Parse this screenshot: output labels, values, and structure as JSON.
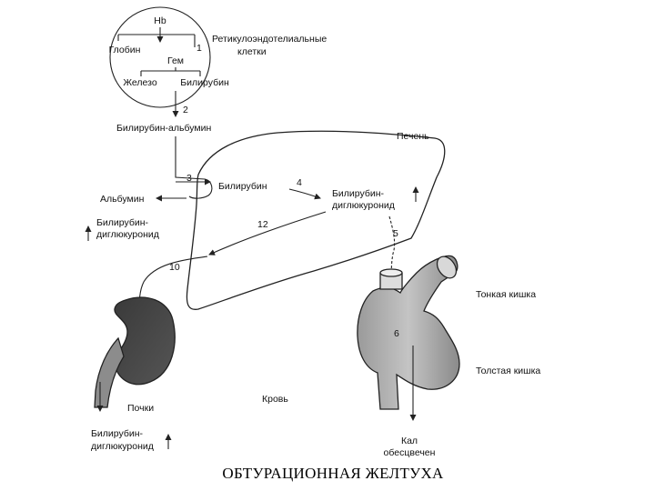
{
  "diagram": {
    "title": "ОБТУРАЦИОННАЯ ЖЕЛТУХА",
    "labels": {
      "hb": "Hb",
      "globin": "Глобин",
      "gem": "Гем",
      "zhelezo": "Железо",
      "bilirubin_top": "Билирубин",
      "res_1": "Ретикулоэндотелиальные",
      "res_2": "клетки",
      "bilirubin_albumin": "Билирубин-альбумин",
      "pechen": "Печень",
      "albumin": "Альбумин",
      "bilirubin_liver": "Билирубин",
      "bd_liver_1": "Билирубин-",
      "bd_liver_2": "диглюкуронид",
      "bd_left_1": "Билирубин-",
      "bd_left_2": "диглюкуронид",
      "tonkaya": "Тонкая кишка",
      "tolstaya": "Толстая кишка",
      "krov": "Кровь",
      "pochki": "Почки",
      "bd_bottom_1": "Билирубин-",
      "bd_bottom_2": "диглюкуронид",
      "kal": "Кал",
      "obescvechen": "обесцвечен"
    },
    "steps": {
      "s1": "1",
      "s2": "2",
      "s3": "3",
      "s4": "4",
      "s5": "5",
      "s6": "6",
      "s10": "10",
      "s12": "12"
    }
  }
}
